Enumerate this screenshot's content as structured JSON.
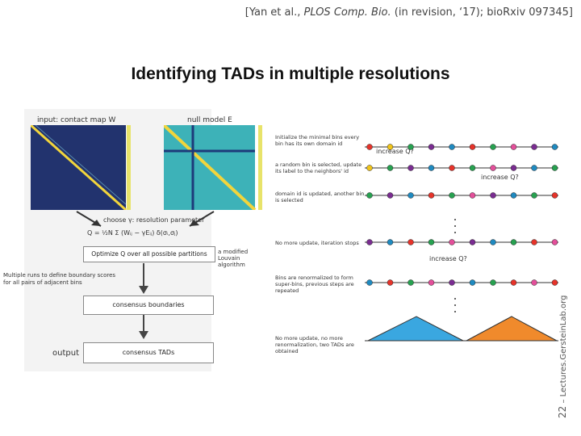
{
  "citation": {
    "prefix": "[Yan et al., ",
    "journal": "PLOS Comp. Bio.",
    "suffix": " (in revision, ‘17); bioRxiv 097345]"
  },
  "title": "Identifying TADs in multiple resolutions",
  "footer": {
    "page": "22",
    "text": " – Lectures.GersteinLab.org"
  },
  "figure": {
    "input_label": "input: contact map W",
    "null_model_label": "null model E",
    "choose_label": "choose γ: resolution parameter",
    "formula": "Q = ¹⁄₂N Σ (Wᵢⱼ − γEᵢⱼ) δ(σᵢ,σⱼ)",
    "optimize_box": "Optimize Q over all possible partitions",
    "louvain_note": "a modified Louvain algorithm",
    "multiple_runs": "Multiple runs to define boundary scores for all pairs of adjacent bins",
    "consensus_boundaries": "consensus boundaries",
    "output_label": "output",
    "consensus_tads": "consensus TADs",
    "steps": [
      "Initialize the minimal bins every bin has its own domain id",
      "a random bin is selected, update its label to the neighbors' id",
      "domain id is updated, another bin is selected",
      "No more update, iteration stops",
      "Bins are renormalized to form super-bins, previous steps are repeated",
      "No more update, no more renormalization, two TADs are obtained"
    ],
    "increase_labels": [
      "increase Q?",
      "increase Q?",
      "increase Q?"
    ],
    "node_colors": [
      "#e6332a",
      "#f0c419",
      "#27a150",
      "#7a2c91",
      "#1f8ac0",
      "#e6332a",
      "#27a150",
      "#e34f9a",
      "#7a2c91",
      "#1f8ac0",
      "#27a150",
      "#e6332a",
      "#e34f9a"
    ],
    "tad_colors": [
      "#3aa7e0",
      "#f08a2c"
    ]
  }
}
